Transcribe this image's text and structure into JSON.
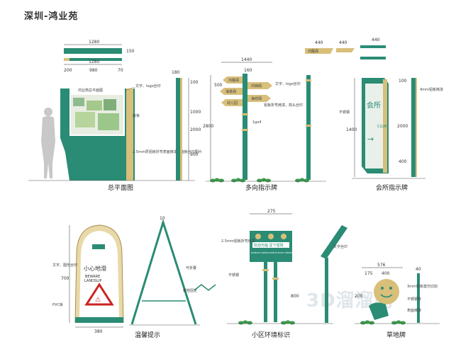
{
  "title": "深圳-鸿业苑",
  "colors": {
    "teal": "#2a8c74",
    "tan": "#d8bf7a",
    "leaf": "#3a9a4c",
    "dark": "#222222"
  },
  "watermark": "3D溜溜网",
  "sections": {
    "plan": {
      "caption": "总平面图",
      "board_title": "鸿业苑总平面图",
      "dims": {
        "top": "1280",
        "thick": "150",
        "width": "1280",
        "w200": "200",
        "w980": "980",
        "w70": "70",
        "side": "180",
        "h100": "100",
        "h1000": "1000",
        "h2000": "2000",
        "h900": "900"
      },
      "notes": {
        "text_note": "文字、logo丝印",
        "mid": "底板",
        "bottom_note": "2.5mm厚铝板折弯表面烤漆，面板丝印图片"
      }
    },
    "direction": {
      "caption": "多向指示牌",
      "labels": {
        "a": "鸿雁阁",
        "b": "鸿锦阁",
        "c": "海景阁",
        "d": "幼儿园",
        "e": "海祥阁"
      },
      "dims": {
        "top": "1440",
        "d160": "160",
        "d500": "500",
        "d2800": "2800"
      },
      "notes": {
        "n1": "文字、logo丝印",
        "n2": "铝板折弯烤漆，箭头丝印",
        "n3": "1go4"
      }
    },
    "club": {
      "caption": "会所指示牌",
      "sign_big": "会所",
      "sign_small": "CLUB",
      "top_label": "鸿雁阁",
      "dims": {
        "d440a": "440",
        "d440b": "440",
        "d440c": "440",
        "d1400": "1400",
        "d100": "100",
        "d2000": "2000",
        "d400": "400"
      },
      "notes": {
        "n1": "不锈钢",
        "n2": "4mm铝板烤漆"
      }
    },
    "warning": {
      "caption": "温馨提示",
      "cn": "小心地滑",
      "en1": "BEWARE",
      "en2": "LANDSLIP",
      "dims": {
        "d380": "380",
        "d700": "700",
        "d10": "10"
      },
      "notes": {
        "n1": "文字、图形丝印",
        "n2": "PVC板",
        "n3": "可折叠",
        "n4": "螺栓固定"
      }
    },
    "community": {
      "caption": "小区环境标识",
      "board_text1": "欢迎光临 足下留情",
      "board_text2": "DOMAIN GREEN ZONE PLEASE CHERISH",
      "dims": {
        "d275": "275",
        "d800": "800"
      },
      "notes": {
        "n1": "2.5mm铝板折弯烤漆",
        "n2": "不锈钢",
        "n3": "文字丝印"
      }
    },
    "lawn": {
      "caption": "草地牌",
      "dims": {
        "d576": "576",
        "d175": "175",
        "d400": "400",
        "d40": "40",
        "d200": "200"
      },
      "notes": {
        "n1": "3mm铝板激光切割",
        "n2": "不锈钢管",
        "n3": "表面烤漆"
      }
    }
  }
}
